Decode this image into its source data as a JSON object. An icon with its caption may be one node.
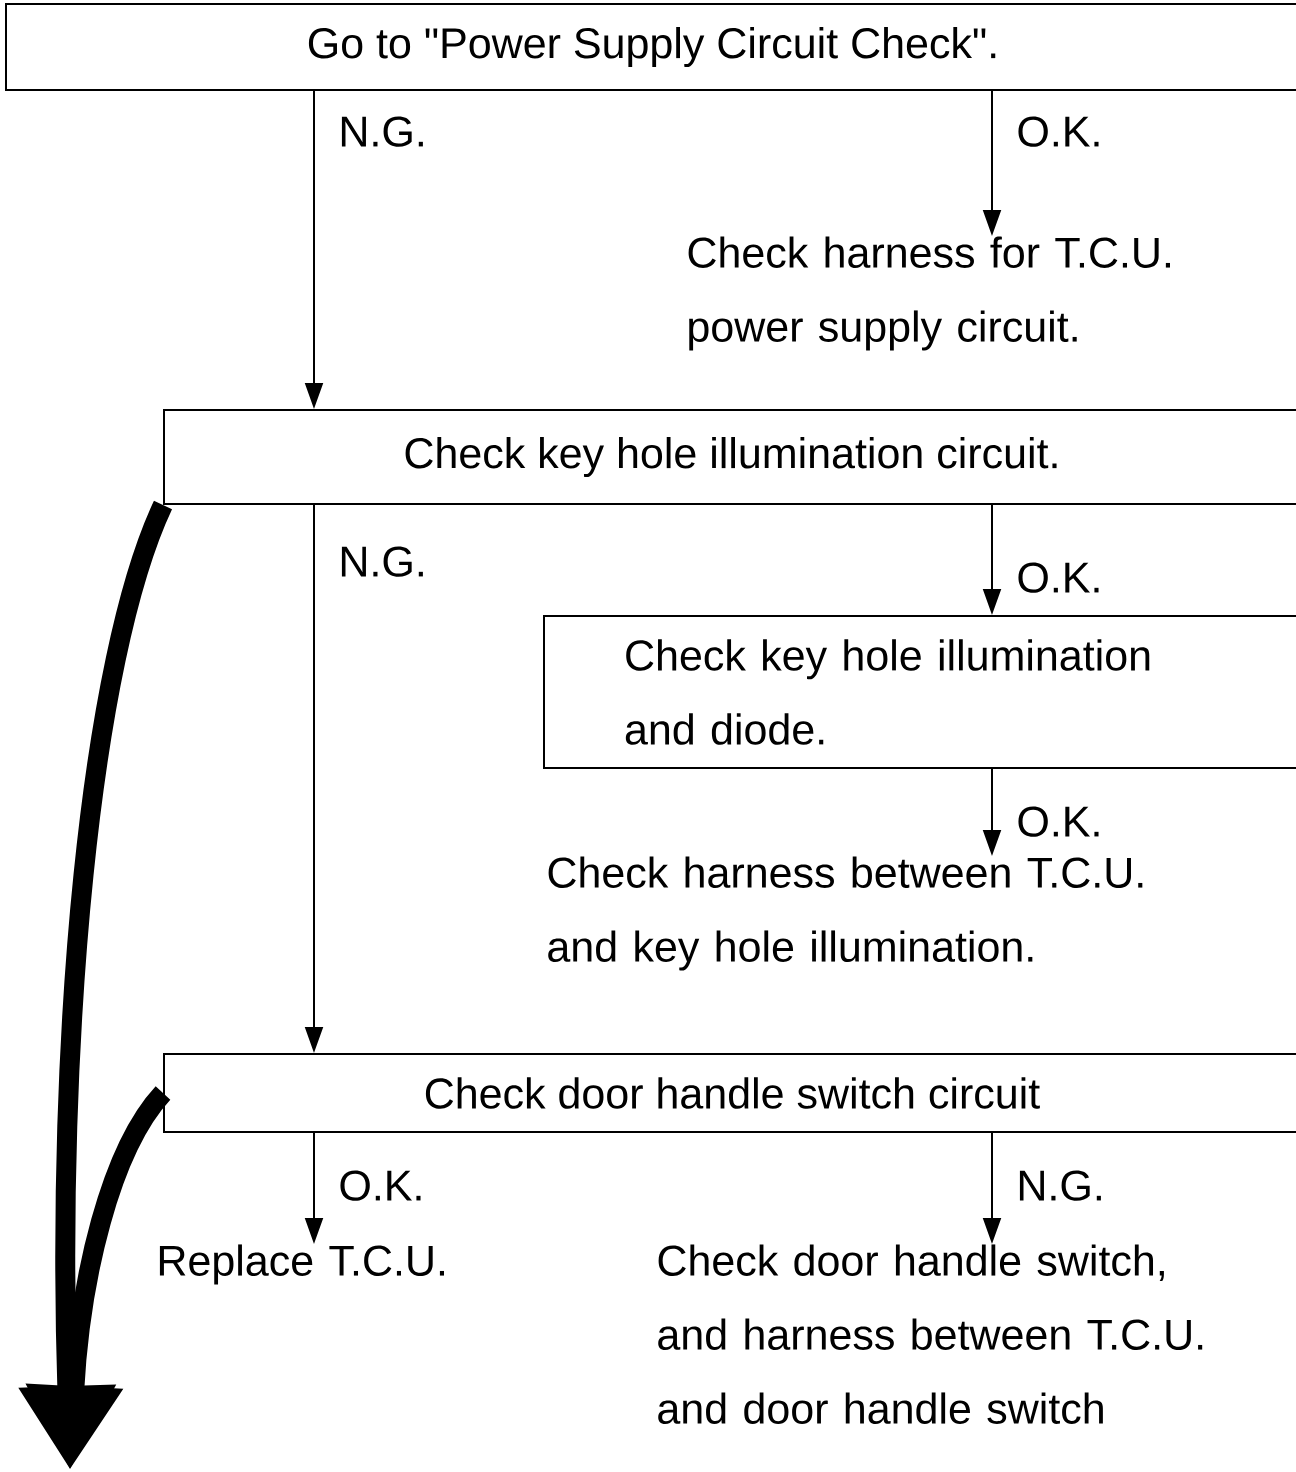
{
  "diagram": {
    "nodes": [
      {
        "text": [
          "Go to \"Power Supply Circuit Check\"."
        ]
      },
      {
        "text": [
          "Check harness for T.C.U. power supply circuit."
        ]
      },
      {
        "text": [
          "Check key hole illumination circuit."
        ]
      },
      {
        "text": [
          "Check key hole illumination and diode."
        ]
      },
      {
        "text": [
          "Check harness between T.C.U. and key hole illumination."
        ]
      },
      {
        "text": [
          "Check door handle switch circuit"
        ]
      },
      {
        "text": [
          "Replace T.C.U."
        ]
      },
      {
        "text": [
          "Check door handle switch, and harness between T.C.U. and door handle switch"
        ]
      }
    ],
    "edges": [
      {
        "from": 0,
        "to": 2,
        "arrow": "to",
        "label": "N.G."
      },
      {
        "from": 0,
        "to": 1,
        "arrow": "to",
        "label": "O.K."
      },
      {
        "from": 2,
        "to": 5,
        "arrow": "to",
        "label": "N.G."
      },
      {
        "from": 2,
        "to": 3,
        "arrow": "to",
        "label": "O.K."
      },
      {
        "from": 3,
        "to": 4,
        "arrow": "to",
        "label": "O.K."
      },
      {
        "from": 5,
        "to": 6,
        "arrow": "to",
        "label": "O.K."
      },
      {
        "from": 5,
        "to": 7,
        "arrow": "to",
        "label": "N.G."
      },
      {
        "from": 2,
        "to": null,
        "arrow": "to",
        "style": "thick"
      },
      {
        "from": 5,
        "to": null,
        "arrow": "to",
        "style": "thick"
      }
    ]
  }
}
